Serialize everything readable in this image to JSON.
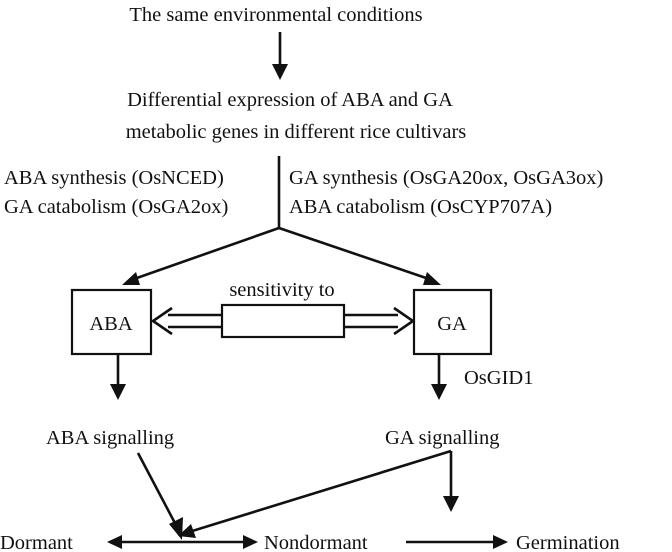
{
  "diagram": {
    "title": "The same environmental conditions",
    "differential_line1": "Differential expression of ABA and GA",
    "differential_line2": "metabolic genes in different rice cultivars",
    "left_branch_line1": "ABA synthesis (OsNCED)",
    "left_branch_line2": "GA catabolism (OsGA2ox)",
    "right_branch_line1": "GA synthesis (OsGA20ox, OsGA3ox)",
    "right_branch_line2": "ABA catabolism (OsCYP707A)",
    "aba_box_label": "ABA",
    "ga_box_label": "GA",
    "sensitivity_label": "sensitivity to",
    "receptor_label": "OsGID1",
    "aba_signalling": "ABA signalling",
    "ga_signalling": "GA signalling",
    "state_dormant": "Dormant",
    "state_nondormant": "Nondormant",
    "state_germination": "Germination"
  }
}
